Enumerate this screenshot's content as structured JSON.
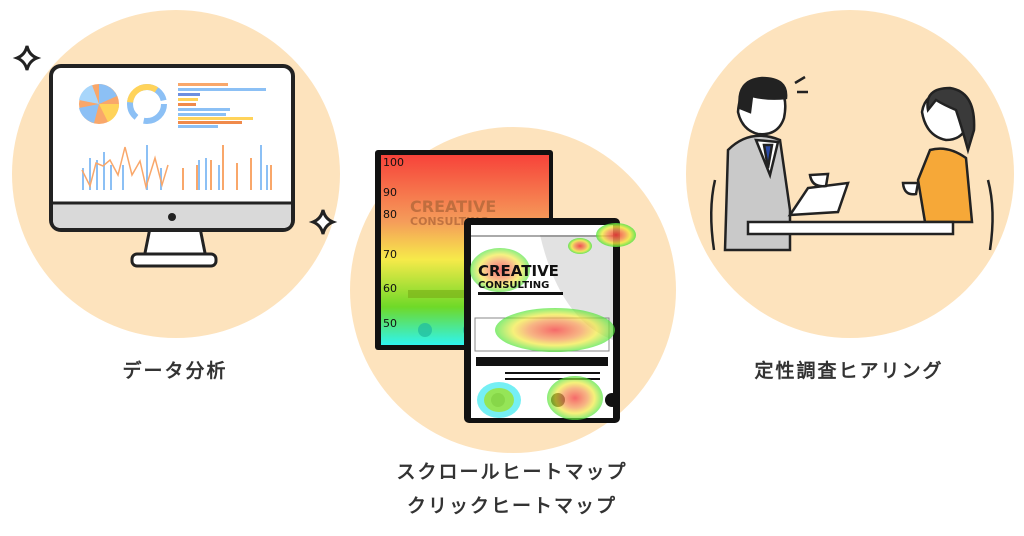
{
  "items": [
    {
      "label": "データ分析"
    },
    {
      "label_line1": "スクロールヒートマップ",
      "label_line2": "クリックヒートマップ"
    },
    {
      "label": "定性調査ヒアリング"
    }
  ],
  "heatmap": {
    "brand_line1": "CREATIVE",
    "brand_line2": "CONSULTING",
    "scroll_ticks": [
      "100",
      "90",
      "80",
      "70",
      "60",
      "50"
    ]
  },
  "colors": {
    "circle": "#fde3bd",
    "text": "#333333"
  }
}
